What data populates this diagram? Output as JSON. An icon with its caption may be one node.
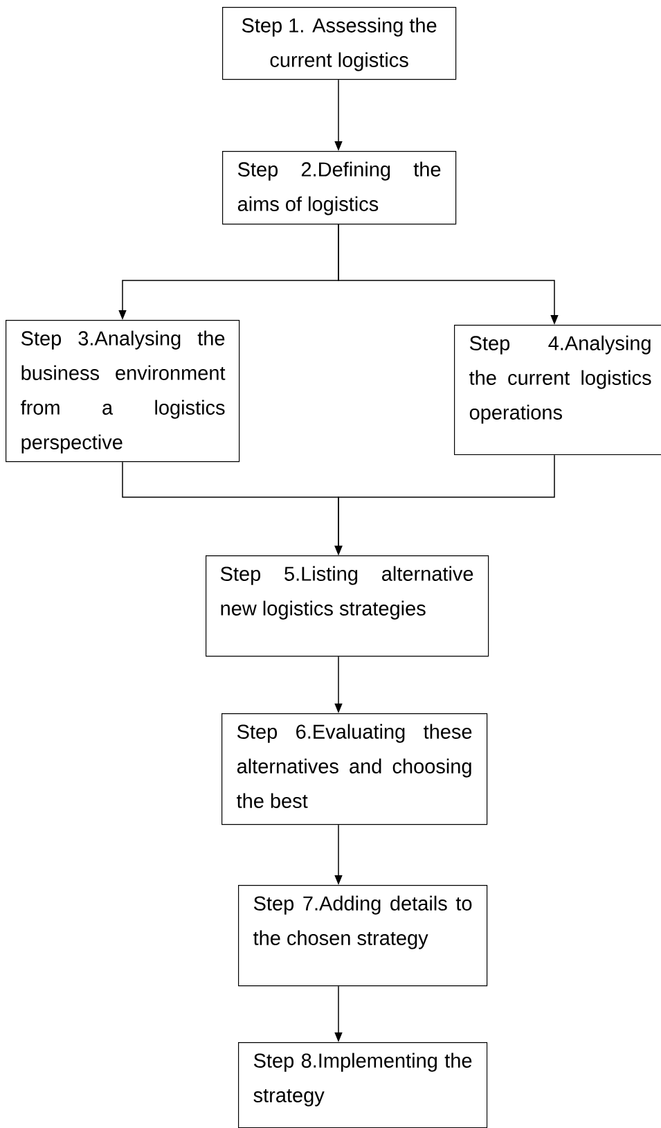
{
  "diagram": {
    "nodes": [
      {
        "text": [
          "Step 1. Assessing the current logistics"
        ]
      },
      {
        "text": [
          "Step 2.Defining the aims of logistics"
        ]
      },
      {
        "text": [
          "Step 3.Analysing the business environment from a logistics perspective"
        ]
      },
      {
        "text": [
          "Step 4.Analysing the current logistics operations"
        ]
      },
      {
        "text": [
          "Step 5.Listing alternative new logistics strategies"
        ]
      },
      {
        "text": [
          "Step 6.Evaluating these alternatives and choosing the best"
        ]
      },
      {
        "text": [
          "Step 7.Adding details to the chosen strategy"
        ]
      },
      {
        "text": [
          "Step 8.Implementing the strategy"
        ]
      }
    ],
    "edges": [
      {
        "from": 0,
        "to": 1,
        "arrow": "to"
      },
      {
        "from": 1,
        "to": 2,
        "arrow": "to"
      },
      {
        "from": 1,
        "to": 3,
        "arrow": "to"
      },
      {
        "from": 2,
        "to": 4,
        "arrow": "to"
      },
      {
        "from": 3,
        "to": 4,
        "arrow": "to"
      },
      {
        "from": 4,
        "to": 5,
        "arrow": "to"
      },
      {
        "from": 5,
        "to": 6,
        "arrow": "to"
      },
      {
        "from": 6,
        "to": 7,
        "arrow": "to"
      }
    ]
  }
}
